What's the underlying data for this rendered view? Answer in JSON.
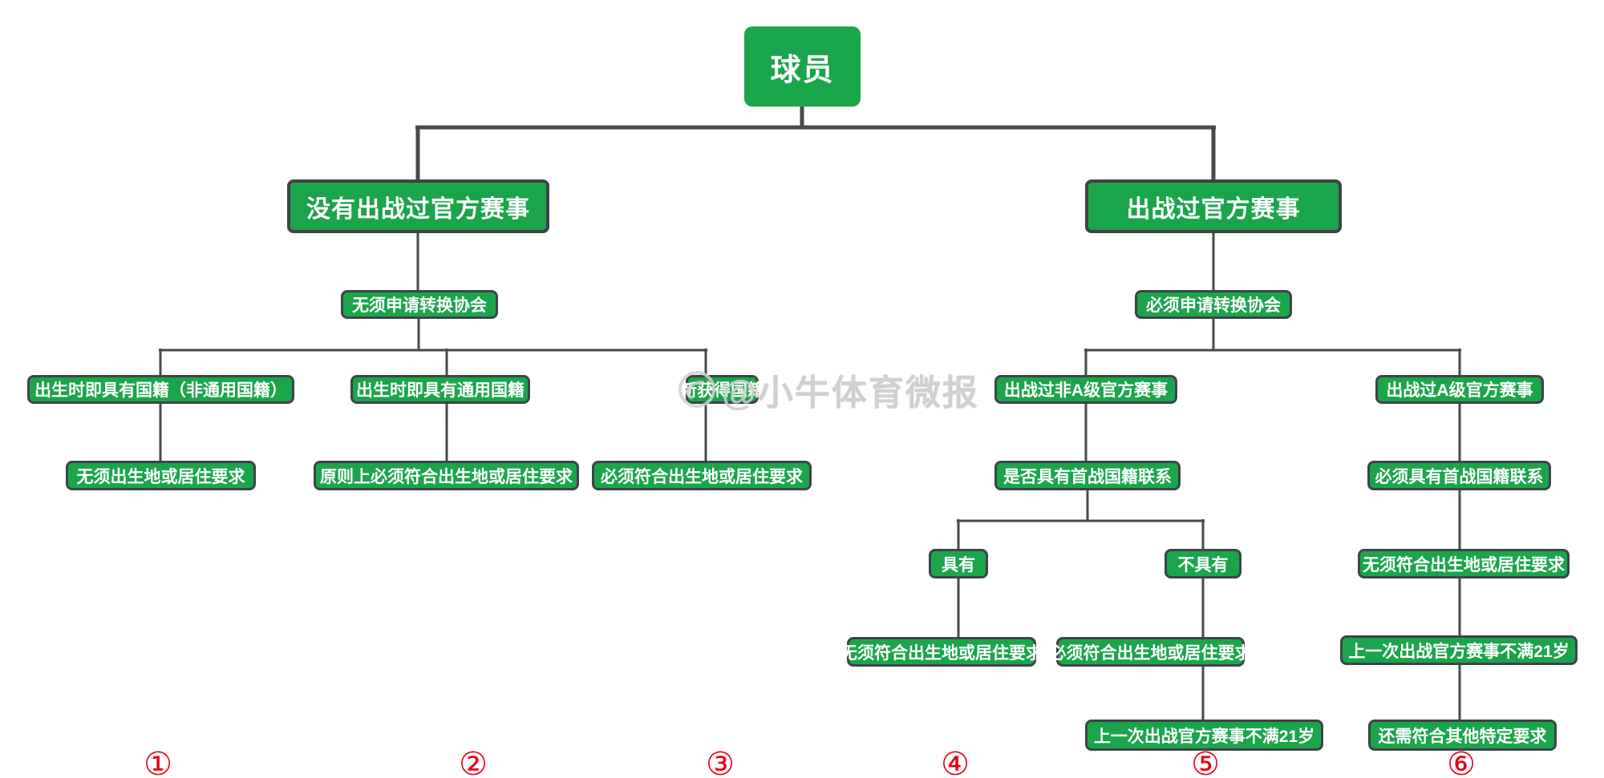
{
  "colors": {
    "node_green": "#1ba54b",
    "node_border_dark": "#3f4347",
    "connector_line": "#46494d",
    "number_red": "#e60012",
    "watermark_gray": "rgba(208,208,208,0.85)"
  },
  "watermark": {
    "icon": "bull-logo",
    "text": "@小牛体育微报"
  },
  "numbers": [
    "①",
    "②",
    "③",
    "④",
    "⑤",
    "⑥"
  ],
  "nodes": {
    "player": "球员",
    "no_official": "没有出战过官方赛事",
    "played_official": "出战过官方赛事",
    "no_transfer": "无须申请转换协会",
    "must_transfer": "必须申请转换协会",
    "born_non_common": "出生时即具有国籍（非通用国籍）",
    "born_common": "出生时即具有通用国籍",
    "new_nationality": "新获得国籍",
    "non_a_level": "出战过非A级官方赛事",
    "a_level": "出战过A级官方赛事",
    "no_birth_left": "无须出生地或居住要求",
    "principle_must": "原则上必须符合出生地或居住要求",
    "must_birth_left": "必须符合出生地或居住要求",
    "first_link_question": "是否具有首战国籍联系",
    "must_first_link": "必须具有首战国籍联系",
    "has": "具有",
    "has_not": "不具有",
    "no_birth_right": "无须符合出生地或居住要求",
    "no_birth_mid": "无须符合出生地或居住要求",
    "must_birth_mid": "必须符合出生地或居住要求",
    "last21_right": "上一次出战官方赛事不满21岁",
    "last21_mid": "上一次出战官方赛事不满21岁",
    "other_requirements": "还需符合其他特定要求"
  }
}
